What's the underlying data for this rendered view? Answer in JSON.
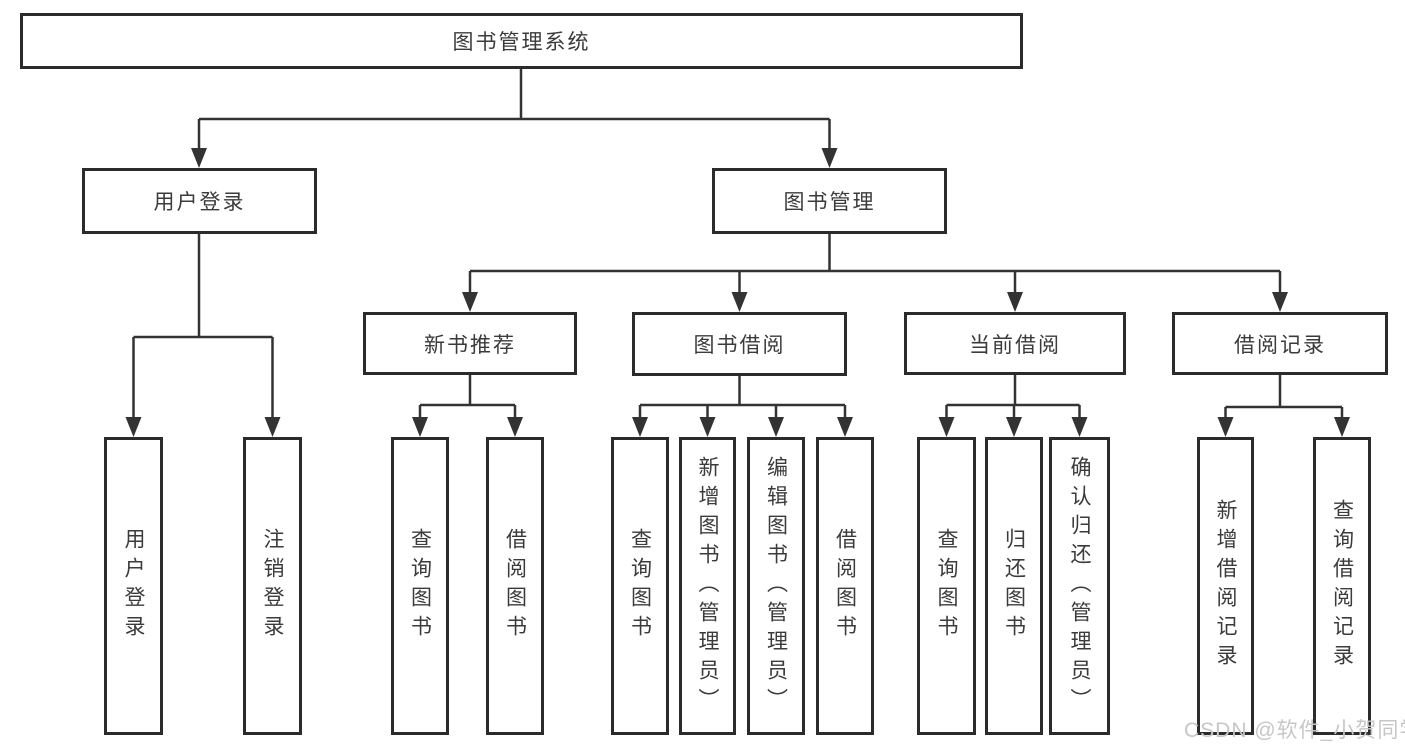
{
  "colors": {
    "line": "#333333",
    "box_border": "#2b2b2b",
    "box_fill": "#ffffff",
    "text": "#3b3b3b",
    "watermark": "#c7c7c7",
    "background": "#ffffff"
  },
  "watermark": {
    "text": "CSDN @软件_小贺同学"
  },
  "tree": {
    "label": "图书管理系统",
    "children": [
      {
        "label": "用户登录",
        "children": [
          {
            "label": "用户登录"
          },
          {
            "label": "注销登录"
          }
        ]
      },
      {
        "label": "图书管理",
        "children": [
          {
            "label": "新书推荐",
            "children": [
              {
                "label": "查询图书"
              },
              {
                "label": "借阅图书"
              }
            ]
          },
          {
            "label": "图书借阅",
            "children": [
              {
                "label": "查询图书"
              },
              {
                "label": "新增图书（管理员）"
              },
              {
                "label": "编辑图书（管理员）"
              },
              {
                "label": "借阅图书"
              }
            ]
          },
          {
            "label": "当前借阅",
            "children": [
              {
                "label": "查询图书"
              },
              {
                "label": "归还图书"
              },
              {
                "label": "确认归还（管理员）"
              }
            ]
          },
          {
            "label": "借阅记录",
            "children": [
              {
                "label": "新增借阅记录"
              },
              {
                "label": "查询借阅记录"
              }
            ]
          }
        ]
      }
    ]
  }
}
